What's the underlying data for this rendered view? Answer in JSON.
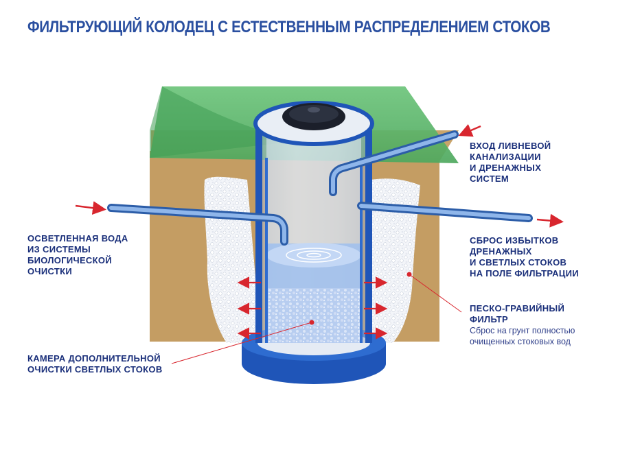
{
  "title": "ФИЛЬТРУЮЩИЙ КОЛОДЕЦ С ЕСТЕСТВЕННЫМ РАСПРЕДЕЛЕНИЕМ СТОКОВ",
  "labels": {
    "stormwater_inlet": [
      "ВХОД ЛИВНЕВОЙ",
      "КАНАЛИЗАЦИИ",
      "И ДРЕНАЖНЫХ",
      "СИСТЕМ"
    ],
    "clarified_water": [
      "ОСВЕТЛЕННАЯ ВОДА",
      "ИЗ СИСТЕМЫ",
      "БИОЛОГИЧЕСКОЙ",
      "ОЧИСТКИ"
    ],
    "overflow_discharge": [
      "СБРОС ИЗБЫТКОВ",
      "ДРЕНАЖНЫХ",
      "И СВЕТЛЫХ СТОКОВ",
      "НА ПОЛЕ ФИЛЬТРАЦИИ"
    ],
    "sand_gravel_filter": {
      "title": [
        "ПЕСКО-ГРАВИЙНЫЙ",
        "ФИЛЬТР"
      ],
      "note": [
        "Сброс на  грунт полностью",
        "очищенных стоковых вод"
      ]
    },
    "extra_chamber": [
      "КАМЕРА ДОПОЛНИТЕЛЬНОЙ",
      "ОЧИСТКИ СВЕТЛЫХ СТОКОВ"
    ]
  },
  "colors": {
    "title": "#2a4fa0",
    "label": "#1a2f7a",
    "soil": "#c9a46b",
    "grass": "#5fb86a",
    "ring": "#1f55b8",
    "pipe": "#3f77c9",
    "gravel": "#eef1f6",
    "arrow": "#d8262e",
    "water": "#8fb6ea"
  }
}
